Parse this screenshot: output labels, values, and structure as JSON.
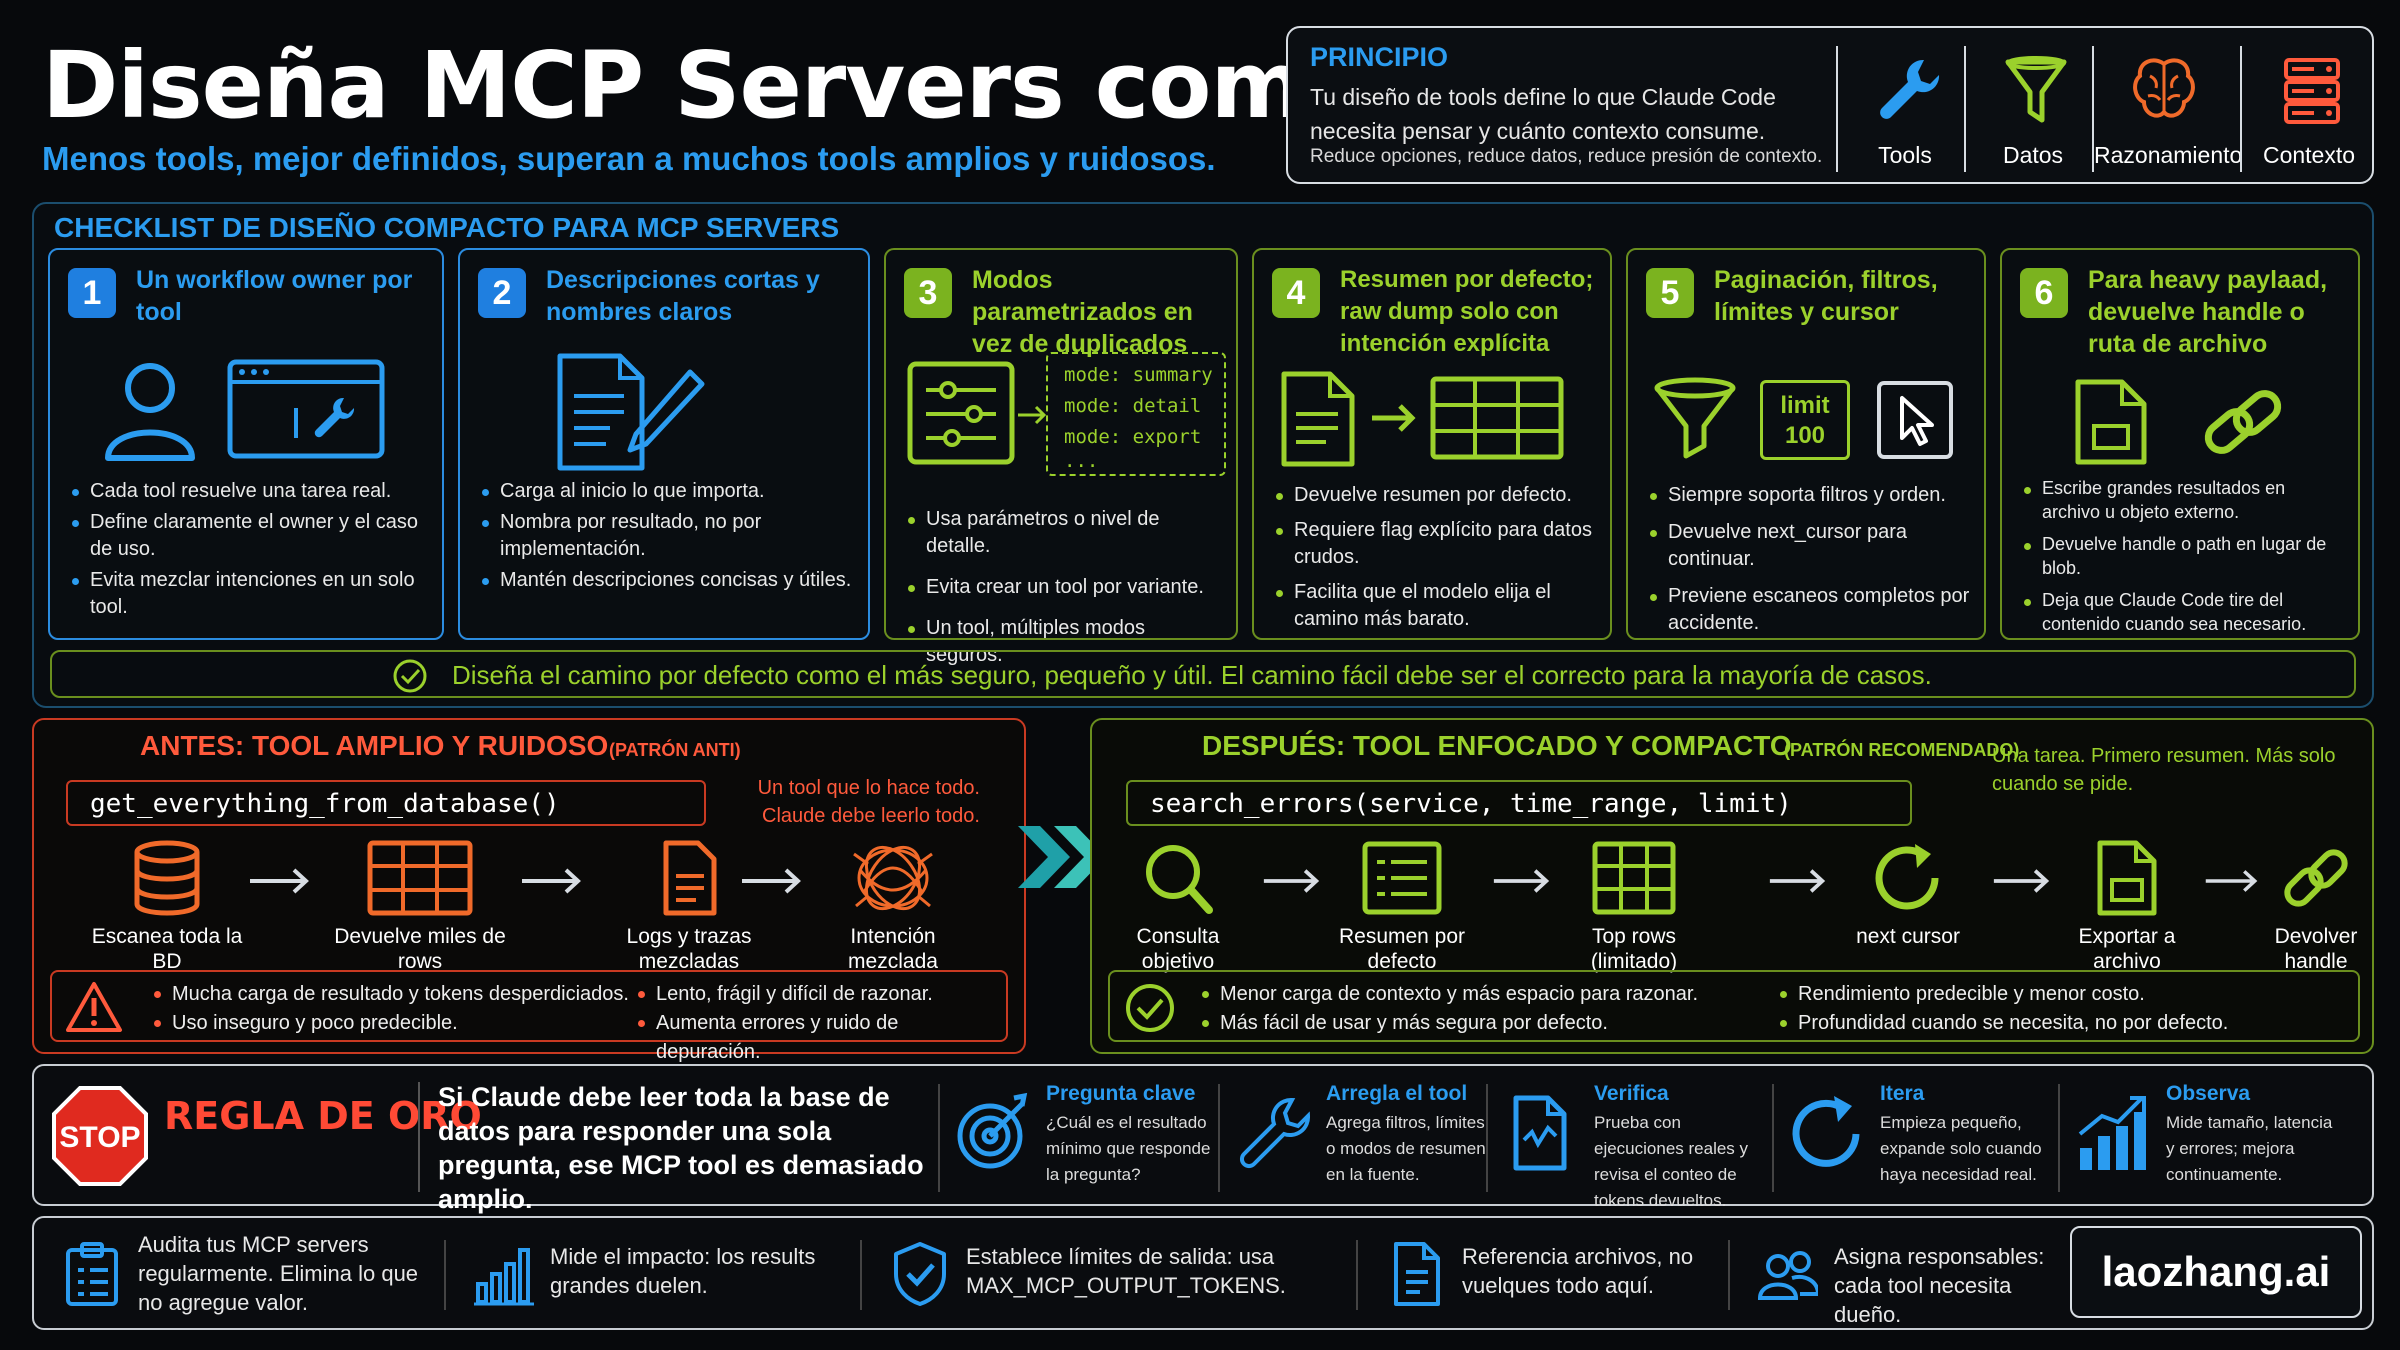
{
  "header": {
    "title": "Diseña MCP Servers compactos",
    "subtitle": "Menos tools, mejor definidos, superan a muchos tools amplios y ruidosos."
  },
  "principle": {
    "title": "PRINCIPIO",
    "text": "Tu diseño de tools define lo que Claude Code necesita pensar y cuánto contexto consume.",
    "small": "Reduce opciones, reduce datos, reduce presión de contexto.",
    "items": [
      {
        "label": "Tools",
        "icon": "wrench-icon"
      },
      {
        "label": "Datos",
        "icon": "funnel-icon"
      },
      {
        "label": "Razonamiento",
        "icon": "brain-icon"
      },
      {
        "label": "Contexto",
        "icon": "server-icon"
      }
    ]
  },
  "checklist": {
    "title": "CHECKLIST DE DISEÑO COMPACTO PARA MCP SERVERS",
    "cards": [
      {
        "num": "1",
        "title": "Un workflow owner por tool",
        "bullets": [
          "Cada tool resuelve una tarea real.",
          "Define claramente el owner y el caso de uso.",
          "Evita mezclar intenciones en un solo tool."
        ]
      },
      {
        "num": "2",
        "title": "Descripciones cortas y nombres claros",
        "bullets": [
          "Carga al inicio lo que importa.",
          "Nombra por resultado, no por implementación.",
          "Mantén descripciones concisas y útiles."
        ]
      },
      {
        "num": "3",
        "title": "Modos parametrizados en vez de duplicados",
        "modes": [
          "mode: summary",
          "mode: detail",
          "mode: export",
          "..."
        ],
        "bullets": [
          "Usa parámetros o nivel de detalle.",
          "Evita crear un tool por variante.",
          "Un tool, múltiples modos seguros."
        ]
      },
      {
        "num": "4",
        "title": "Resumen por defecto; raw dump solo con intención explícita",
        "bullets": [
          "Devuelve resumen por defecto.",
          "Requiere flag explícito para datos crudos.",
          "Facilita que el modelo elija el camino más barato."
        ]
      },
      {
        "num": "5",
        "title": "Paginación, filtros, límites y cursor",
        "limit_label": "limit",
        "limit_value": "100",
        "bullets": [
          "Siempre soporta filtros y orden.",
          "Devuelve next_cursor para continuar.",
          "Previene escaneos completos por accidente."
        ]
      },
      {
        "num": "6",
        "title": "Para heavy paylaad, devuelve handle o ruta de archivo",
        "bullets": [
          "Escribe grandes resultados en archivo u objeto externo.",
          "Devuelve handle o path en lugar de blob.",
          "Deja que Claude Code tire del contenido cuando sea necesario."
        ]
      }
    ],
    "footer": "Diseña el camino por defecto como el más seguro, pequeño y útil.  El camino fácil debe ser el correcto para la mayoría de casos."
  },
  "antes": {
    "title": "ANTES: TOOL AMPLIO Y RUIDOSO",
    "tag": "(PATRÓN ANTI)",
    "code": "get_everything_from_database()",
    "note": "Un tool que lo hace todo. Claude debe leerlo todo.",
    "steps": [
      "Escanea toda la BD",
      "Devuelve miles de rows",
      "Logs y trazas mezcladas",
      "Intención mezclada"
    ],
    "warnings_left": [
      "Mucha carga de resultado y tokens desperdiciados.",
      "Uso inseguro y poco predecible."
    ],
    "warnings_right": [
      "Lento, frágil y difícil de razonar.",
      "Aumenta errores y ruido de depuración."
    ]
  },
  "despues": {
    "title": "DESPUÉS: TOOL ENFOCADO Y COMPACTO",
    "tag": "(PATRÓN RECOMENDADO)",
    "code": "search_errors(service, time_range, limit)",
    "note": "Una tarea. Primero resumen. Más solo cuando se pide.",
    "steps": [
      "Consulta objetivo",
      "Resumen por defecto",
      "Top rows (limitado)",
      "next cursor",
      "Exportar a archivo",
      "Devolver handle"
    ],
    "benefits_left": [
      "Menor carga de contexto y más espacio para razonar.",
      "Más fácil de usar y más segura por defecto."
    ],
    "benefits_right": [
      "Rendimiento predecible y menor costo.",
      "Profundidad cuando se necesita, no por defecto."
    ]
  },
  "regla": {
    "stop": "STOP",
    "title": "REGLA DE ORO",
    "text": "Si Claude debe leer toda la base de datos para responder una sola pregunta, ese MCP tool es demasiado amplio.",
    "steps": [
      {
        "title": "Pregunta clave",
        "desc": "¿Cuál es el resultado mínimo que responde la pregunta?"
      },
      {
        "title": "Arregla el tool",
        "desc": "Agrega filtros, límites o modos de resumen en la fuente."
      },
      {
        "title": "Verifica",
        "desc": "Prueba con ejecuciones reales y revisa el conteo de tokens devueltos."
      },
      {
        "title": "Itera",
        "desc": "Empieza pequeño, expande solo cuando haya necesidad real."
      },
      {
        "title": "Observa",
        "desc": "Mide tamaño, latencia y errores; mejora continuamente."
      }
    ]
  },
  "bottom": {
    "items": [
      "Audita tus MCP servers regularmente. Elimina lo que no agregue valor.",
      "Mide el impacto: los results grandes duelen.",
      "Establece límites de salida: usa MAX_MCP_OUTPUT_TOKENS.",
      "Referencia archivos, no vuelques todo aquí.",
      "Asigna responsables: cada tool necesita dueño."
    ],
    "brand": "laozhang.ai"
  },
  "colors": {
    "blue": "#2b9cf0",
    "green": "#9bd12c",
    "red": "#ff5a3c",
    "orange": "#f06a2a"
  }
}
